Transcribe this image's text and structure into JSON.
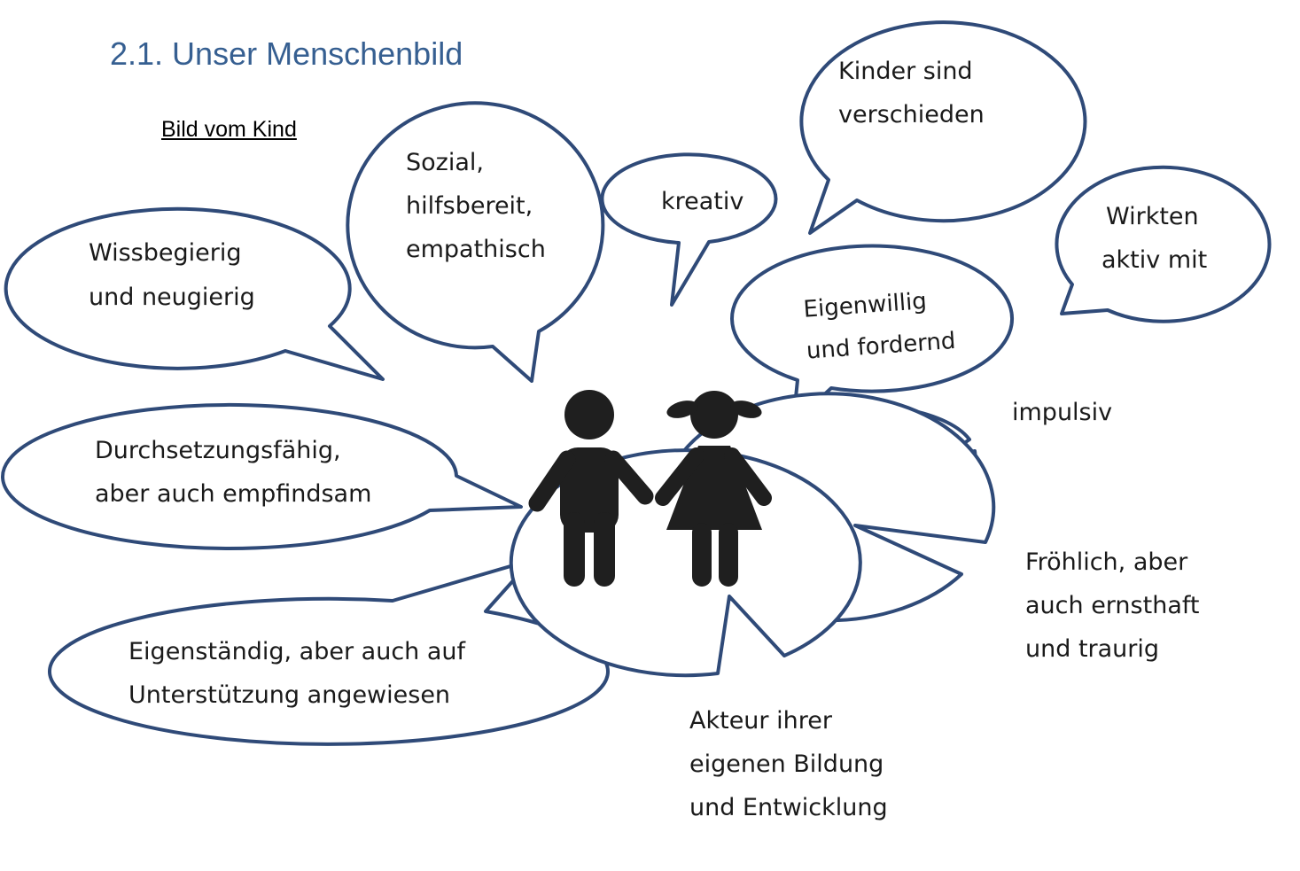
{
  "heading": "2.1. Unser Menschenbild",
  "subheading": "Bild vom Kind",
  "colors": {
    "heading": "#365f91",
    "bubble_stroke": "#2f4a78",
    "figure": "#1f1f1f"
  },
  "center_figure": {
    "icon": "children-icon",
    "boy_icon": "boy-figure-icon",
    "girl_icon": "girl-figure-icon"
  },
  "bubbles": [
    {
      "id": "wissbegierig",
      "lines": [
        "Wissbegierig",
        "und neugierig"
      ]
    },
    {
      "id": "sozial",
      "lines": [
        "Sozial,",
        "hilfsbereit,",
        "empathisch"
      ]
    },
    {
      "id": "kreativ",
      "lines": [
        "kreativ"
      ]
    },
    {
      "id": "verschieden",
      "lines": [
        "Kinder sind",
        "verschieden"
      ]
    },
    {
      "id": "aktiv",
      "lines": [
        "Wirkten",
        "aktiv mit"
      ]
    },
    {
      "id": "eigenwillig",
      "lines": [
        "Eigenwillig",
        "und fordernd"
      ]
    },
    {
      "id": "impulsiv",
      "lines": [
        "impulsiv"
      ]
    },
    {
      "id": "durchsetzung",
      "lines": [
        "Durchsetzungsfähig,",
        "aber auch empfindsam"
      ]
    },
    {
      "id": "eigenstaendig",
      "lines": [
        "Eigenständig, aber auch auf",
        "Unterstützung angewiesen"
      ]
    },
    {
      "id": "froehlich",
      "lines": [
        "Fröhlich, aber",
        "auch ernsthaft",
        "und traurig"
      ]
    },
    {
      "id": "akteur",
      "lines": [
        "Akteur ihrer",
        "eigenen Bildung",
        "und Entwicklung"
      ]
    }
  ]
}
